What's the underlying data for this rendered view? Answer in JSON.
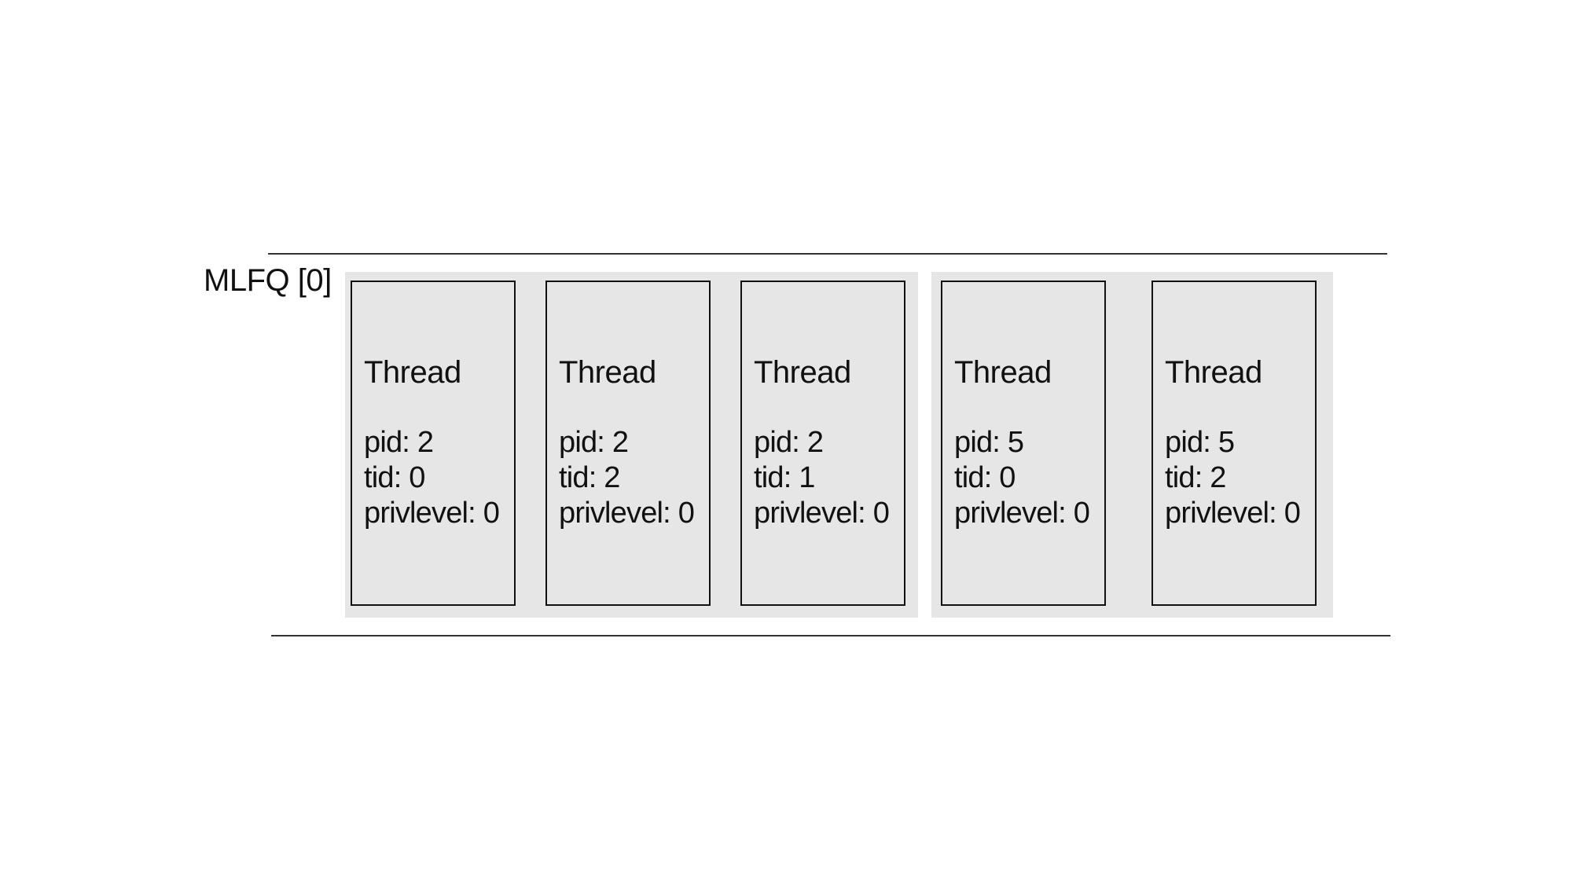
{
  "queue": {
    "label": "MLFQ [0]"
  },
  "threads": [
    {
      "title": "Thread",
      "pid": "pid: 2",
      "tid": "tid: 0",
      "privlevel": "privlevel: 0"
    },
    {
      "title": "Thread",
      "pid": "pid: 2",
      "tid": "tid: 2",
      "privlevel": "privlevel: 0"
    },
    {
      "title": "Thread",
      "pid": "pid: 2",
      "tid": "tid: 1",
      "privlevel": "privlevel: 0"
    },
    {
      "title": "Thread",
      "pid": "pid: 5",
      "tid": "tid: 0",
      "privlevel": "privlevel: 0"
    },
    {
      "title": "Thread",
      "pid": "pid: 5",
      "tid": "tid: 2",
      "privlevel": "privlevel: 0"
    }
  ],
  "colors": {
    "group_fill": "#e6e6e6",
    "border": "#111111",
    "rule": "#333333"
  }
}
